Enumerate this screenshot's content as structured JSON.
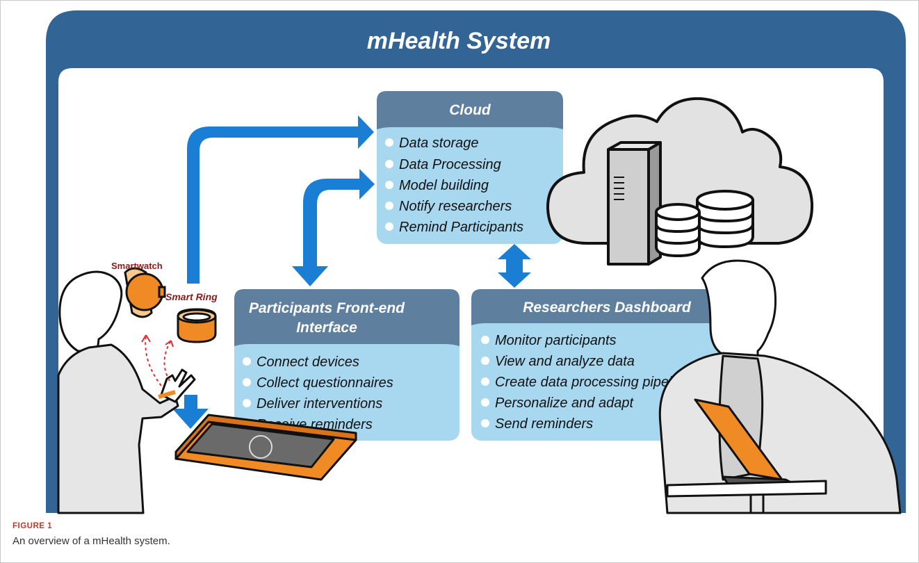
{
  "title": "mHealth System",
  "cloud_box": {
    "title": "Cloud",
    "items": [
      "Data storage",
      "Data Processing",
      "Model building",
      "Notify researchers",
      "Remind Participants"
    ]
  },
  "participants_box": {
    "title_line1": "Participants Front-end",
    "title_line2": "Interface",
    "items": [
      "Connect devices",
      "Collect questionnaires",
      "Deliver interventions",
      "Receive reminders"
    ]
  },
  "researchers_box": {
    "title": "Researchers Dashboard",
    "items": [
      "Monitor participants",
      "View and analyze data",
      "Create data processing pipelines",
      "Personalize and adapt",
      "Send reminders"
    ]
  },
  "device_labels": {
    "smartwatch": "Smartwatch",
    "smart_ring": "Smart Ring"
  },
  "caption": {
    "label": "FIGURE 1",
    "text": "An overview of a mHealth system."
  },
  "colors": {
    "frame": "#326496",
    "box_header": "#5f7f9f",
    "box_body": "#a8d8f0",
    "arrow": "#1a7fd4",
    "device_orange": "#f08a24",
    "device_label": "#8b1a1a"
  }
}
